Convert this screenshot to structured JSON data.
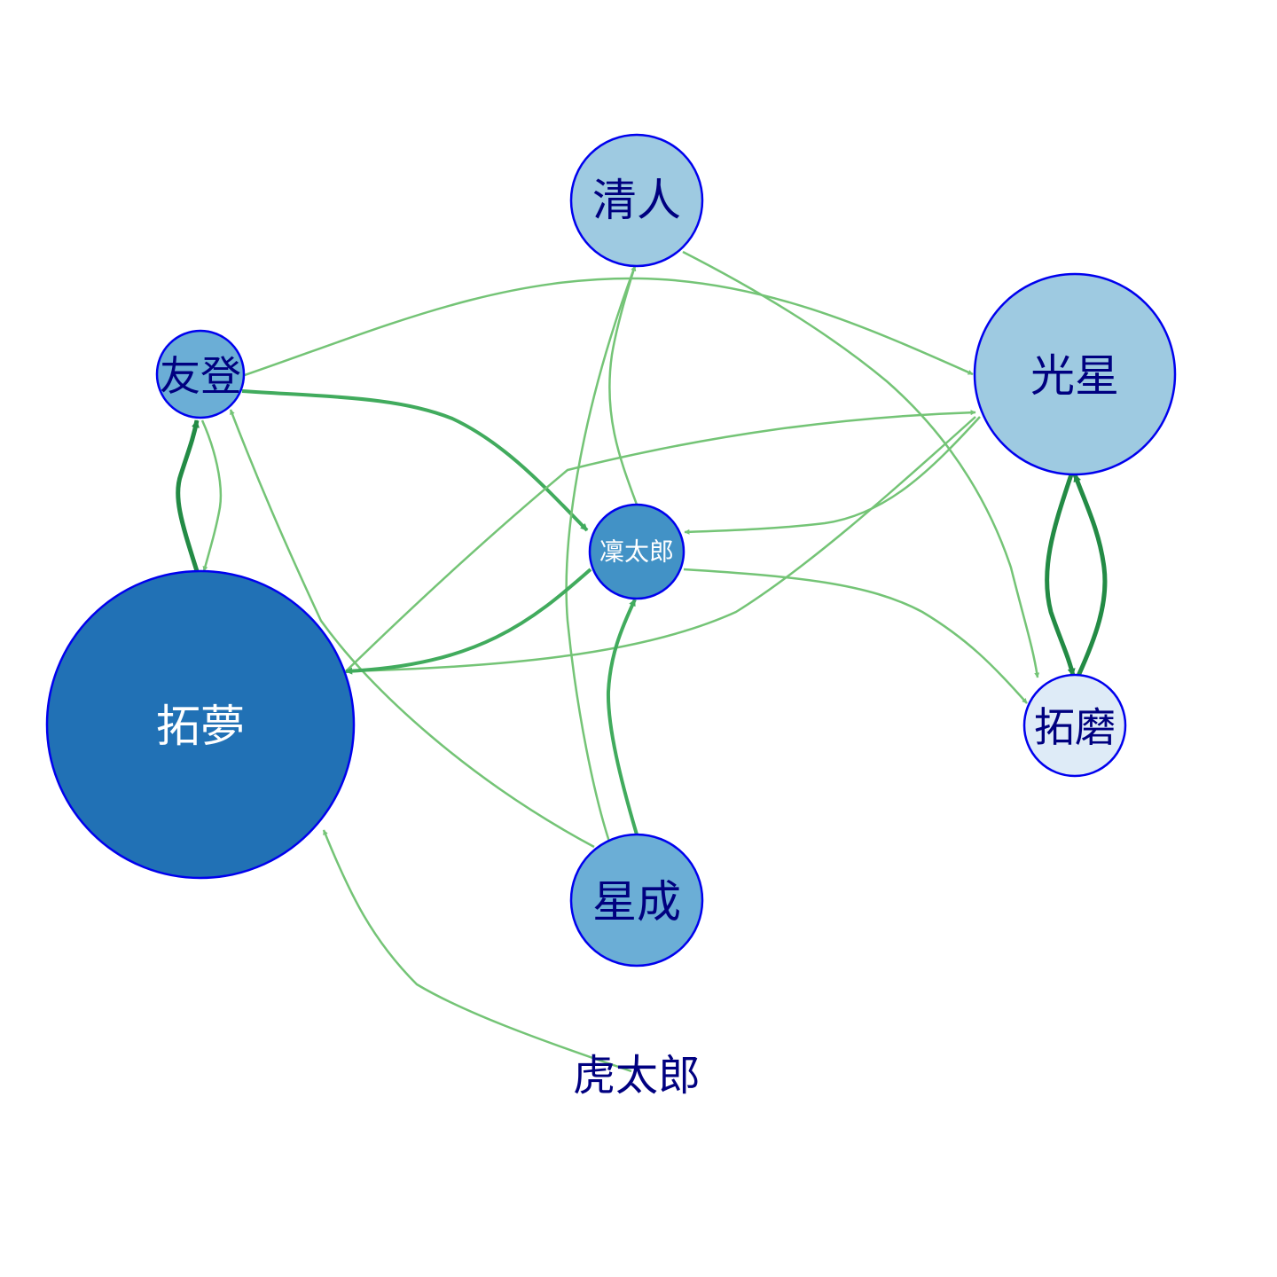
{
  "colors": {
    "edge_light": "#74c476",
    "edge_medium": "#41ab5d",
    "edge_dark": "#238b45",
    "node_stroke": "#0000ee",
    "label_dark": "#000080",
    "label_light": "#ffffff"
  },
  "nodes": [
    {
      "id": "kiyoto",
      "label": "清人",
      "fill": "#9ecae1",
      "label_color": "#000080"
    },
    {
      "id": "tomo",
      "label": "友登",
      "fill": "#6baed6",
      "label_color": "#000080"
    },
    {
      "id": "kosei",
      "label": "光星",
      "fill": "#9ecae1",
      "label_color": "#000080"
    },
    {
      "id": "rintaro",
      "label": "凜太郎",
      "fill": "#4292c6",
      "label_color": "#ffffff"
    },
    {
      "id": "takumu",
      "label": "拓夢",
      "fill": "#2171b5",
      "label_color": "#ffffff"
    },
    {
      "id": "takuma",
      "label": "拓磨",
      "fill": "#deebf7",
      "label_color": "#000080"
    },
    {
      "id": "seisei",
      "label": "星成",
      "fill": "#6baed6",
      "label_color": "#000080"
    },
    {
      "id": "kotaro",
      "label": "虎太郎",
      "fill": "none",
      "label_color": "#000080"
    }
  ],
  "edges": [
    {
      "from": "tomo",
      "to": "kosei",
      "weight": "light"
    },
    {
      "from": "tomo",
      "to": "rintaro",
      "weight": "medium"
    },
    {
      "from": "takumu",
      "to": "tomo",
      "weight": "dark"
    },
    {
      "from": "tomo",
      "to": "takumu",
      "weight": "light"
    },
    {
      "from": "seisei",
      "to": "tomo",
      "weight": "light"
    },
    {
      "from": "seisei",
      "to": "kiyoto",
      "weight": "light"
    },
    {
      "from": "rintaro",
      "to": "kiyoto",
      "weight": "light"
    },
    {
      "from": "kiyoto",
      "to": "takuma",
      "weight": "light"
    },
    {
      "from": "takumu",
      "to": "kosei",
      "weight": "light"
    },
    {
      "from": "kosei",
      "to": "rintaro",
      "weight": "light"
    },
    {
      "from": "kosei",
      "to": "takumu",
      "weight": "light"
    },
    {
      "from": "rintaro",
      "to": "takumu",
      "weight": "medium"
    },
    {
      "from": "rintaro",
      "to": "takuma",
      "weight": "light"
    },
    {
      "from": "seisei",
      "to": "rintaro",
      "weight": "medium"
    },
    {
      "from": "kosei",
      "to": "takuma",
      "weight": "dark"
    },
    {
      "from": "takuma",
      "to": "kosei",
      "weight": "dark"
    },
    {
      "from": "kotaro",
      "to": "takumu",
      "weight": "light"
    }
  ]
}
